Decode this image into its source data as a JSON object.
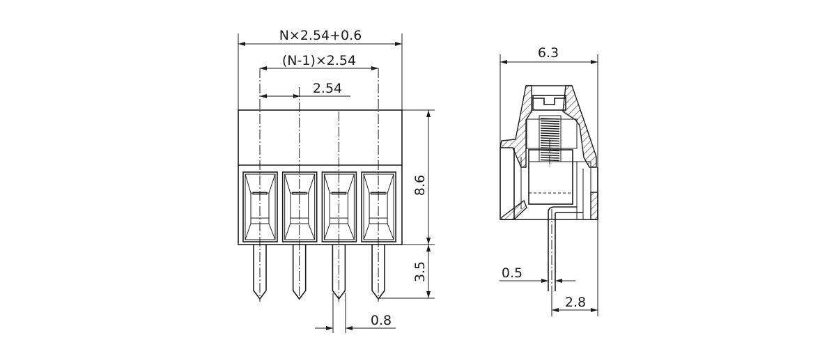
{
  "front_view": {
    "dimensions": {
      "overall_width": "N×2.54+0.6",
      "pin_span": "(N-1)×2.54",
      "pitch": "2.54",
      "body_height": "8.6",
      "pin_length": "3.5",
      "pin_width": "0.8"
    },
    "positions": 4
  },
  "side_view": {
    "dimensions": {
      "depth": "6.3",
      "pin_thickness": "0.5",
      "pin_offset": "2.8"
    }
  },
  "colors": {
    "line": "#1a1a1a",
    "background": "#ffffff"
  }
}
